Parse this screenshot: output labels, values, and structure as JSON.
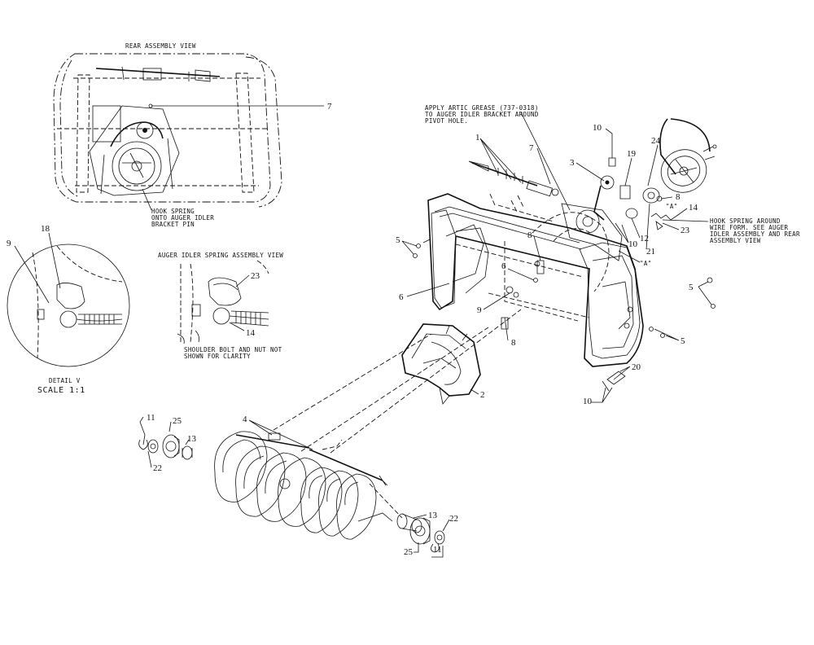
{
  "labels": {
    "rear_view_title": "REAR ASSEMBLY VIEW",
    "auger_idler_view_title": "AUGER IDLER SPRING ASSEMBLY VIEW",
    "detail_title": "DETAIL V",
    "detail_scale": "SCALE 1:1",
    "marker_a_top": "\"A\"",
    "marker_a_bottom": "\"A\""
  },
  "notes": {
    "hook_spring_rear": [
      "HOOK SPRING",
      "ONTO AUGER IDLER",
      "BRACKET PIN"
    ],
    "artic_grease": [
      "APPLY ARTIC GREASE (737-0318)",
      "TO AUGER IDLER BRACKET AROUND",
      "PIVOT HOLE."
    ],
    "hook_spring_wire": [
      "HOOK SPRING AROUND",
      "WIRE FORM. SEE AUGER",
      "IDLER ASSEMBLY AND REAR",
      "ASSEMBLY VIEW"
    ],
    "shoulder_bolt": [
      "SHOULDER BOLT AND NUT NOT",
      "SHOWN FOR CLARITY"
    ]
  },
  "callouts": [
    {
      "id": "c7a",
      "text": "7"
    },
    {
      "id": "c18",
      "text": "18"
    },
    {
      "id": "c9a",
      "text": "9"
    },
    {
      "id": "c23a",
      "text": "23"
    },
    {
      "id": "c14a",
      "text": "14"
    },
    {
      "id": "c10a",
      "text": "10"
    },
    {
      "id": "c1",
      "text": "1"
    },
    {
      "id": "c7b",
      "text": "7"
    },
    {
      "id": "c3",
      "text": "3"
    },
    {
      "id": "c19",
      "text": "19"
    },
    {
      "id": "c24",
      "text": "24"
    },
    {
      "id": "c8a",
      "text": "8"
    },
    {
      "id": "c14b",
      "text": "14"
    },
    {
      "id": "c23b",
      "text": "23"
    },
    {
      "id": "c12",
      "text": "12"
    },
    {
      "id": "c10b",
      "text": "10"
    },
    {
      "id": "c21",
      "text": "21"
    },
    {
      "id": "c5a",
      "text": "5"
    },
    {
      "id": "c8b",
      "text": "8"
    },
    {
      "id": "c6a",
      "text": "6"
    },
    {
      "id": "c6b",
      "text": "6"
    },
    {
      "id": "c9b",
      "text": "9"
    },
    {
      "id": "c8c",
      "text": "8"
    },
    {
      "id": "c5b",
      "text": "5"
    },
    {
      "id": "c5c",
      "text": "5"
    },
    {
      "id": "c2",
      "text": "2"
    },
    {
      "id": "c20",
      "text": "20"
    },
    {
      "id": "c10c",
      "text": "10"
    },
    {
      "id": "c4",
      "text": "4"
    },
    {
      "id": "c11a",
      "text": "11"
    },
    {
      "id": "c25a",
      "text": "25"
    },
    {
      "id": "c13a",
      "text": "13"
    },
    {
      "id": "c22a",
      "text": "22"
    },
    {
      "id": "c13b",
      "text": "13"
    },
    {
      "id": "c22b",
      "text": "22"
    },
    {
      "id": "c25b",
      "text": "25"
    },
    {
      "id": "c11b",
      "text": "11"
    }
  ]
}
